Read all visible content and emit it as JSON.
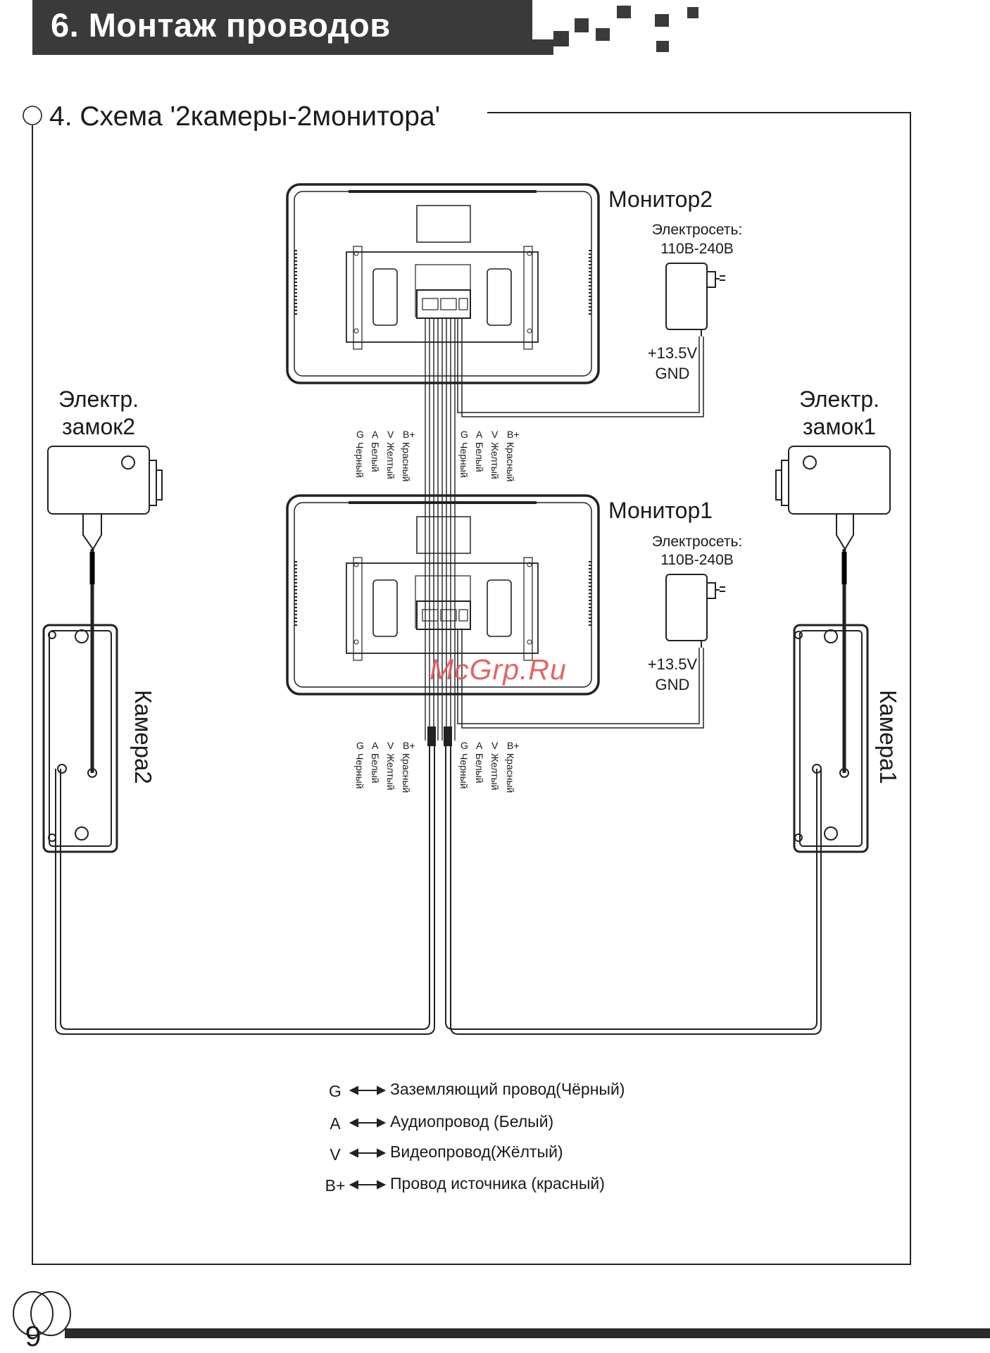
{
  "header": {
    "title": "6. Монтаж проводов"
  },
  "section": {
    "title": "4. Схема '2камеры-2монитора'"
  },
  "monitor2": {
    "label": "Монитор2",
    "power_line1": "Электросеть:",
    "power_line2": "110В-240В",
    "voltage": "+13.5V",
    "gnd": "GND"
  },
  "monitor1": {
    "label": "Монитор1",
    "power_line1": "Электросеть:",
    "power_line2": "110В-240В",
    "voltage": "+13.5V",
    "gnd": "GND"
  },
  "lock2": {
    "line1": "Электр.",
    "line2": "замок2"
  },
  "lock1": {
    "line1": "Электр.",
    "line2": "замок1"
  },
  "camera2": {
    "label": "Камера2"
  },
  "camera1": {
    "label": "Камера1"
  },
  "wires": {
    "letters": [
      "G",
      "A",
      "V",
      "B+"
    ],
    "colors": [
      "Черный",
      "Белый",
      "Желтый",
      "Красный"
    ]
  },
  "legend": [
    {
      "code": "G",
      "text": "Заземляющий провод(Чёрный)"
    },
    {
      "code": "A",
      "text": "Аудиопровод (Белый)"
    },
    {
      "code": "V",
      "text": "Видеопровод(Жёлтый)"
    },
    {
      "code": "B+",
      "text": "Провод источника (красный)"
    }
  ],
  "watermark": "McGrp.Ru",
  "page_number": "9"
}
